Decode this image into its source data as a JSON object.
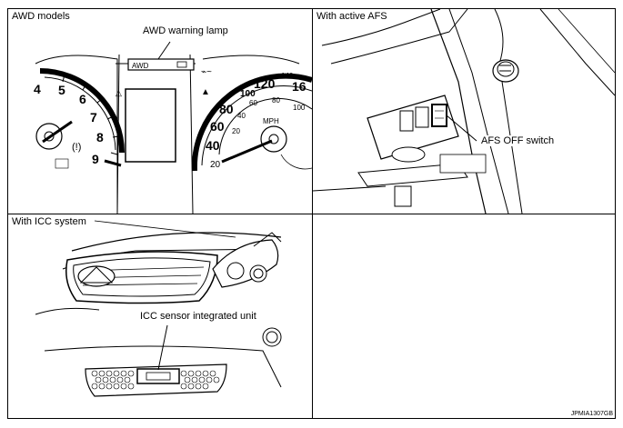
{
  "panels": {
    "awd": {
      "title": "AWD models",
      "callout": "AWD warning lamp",
      "lamp_text": "AWD",
      "tach_labels": [
        "4",
        "5",
        "6",
        "7",
        "8",
        "9"
      ],
      "speed_kmh_labels": [
        "20",
        "40",
        "60",
        "80"
      ],
      "speed_mph_labels": [
        "20",
        "40",
        "60",
        "80",
        "100",
        "120",
        "140",
        "16"
      ],
      "mph_unit": "MPH"
    },
    "afs": {
      "title": "With active AFS",
      "callout": "AFS OFF switch"
    },
    "icc": {
      "title": "With ICC system",
      "callout": "ICC sensor integrated unit"
    }
  },
  "doc_id": "JPMIA1307GB"
}
